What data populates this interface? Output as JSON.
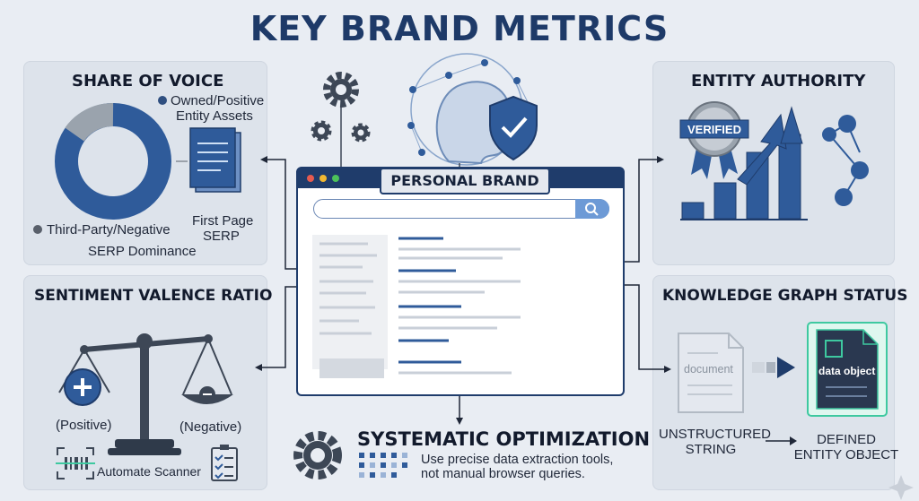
{
  "title": "KEY BRAND METRICS",
  "center": {
    "badge": "PERSONAL BRAND"
  },
  "share_of_voice": {
    "title": "SHARE OF VOICE",
    "legend_owned": "Owned/Positive",
    "legend_owned_2": "Entity Assets",
    "legend_third": "Third-Party/Negative",
    "doc_label_1": "First Page",
    "doc_label_2": "SERP",
    "caption": "SERP Dominance"
  },
  "entity_authority": {
    "title": "ENTITY AUTHORITY",
    "badge": "VERIFIED"
  },
  "sentiment": {
    "title": "SENTIMENT VALENCE RATIO",
    "positive": "(Positive)",
    "negative": "(Negative)",
    "tool": "Automate Scanner"
  },
  "knowledge_graph": {
    "title": "KNOWLEDGE GRAPH STATUS",
    "doc_a": "document",
    "doc_b": "data object",
    "label_a_1": "UNSTRUCTURED",
    "label_a_2": "STRING",
    "label_b_1": "DEFINED",
    "label_b_2": "ENTITY OBJECT"
  },
  "optimization": {
    "title": "SYSTEMATIC OPTIMIZATION",
    "desc_1": "Use precise data extraction tools,",
    "desc_2": "not manual browser queries."
  },
  "colors": {
    "navy": "#1f3c6b",
    "blue": "#2f5b9a",
    "light": "#dde3eb",
    "accent_green": "#3ec9a0"
  }
}
